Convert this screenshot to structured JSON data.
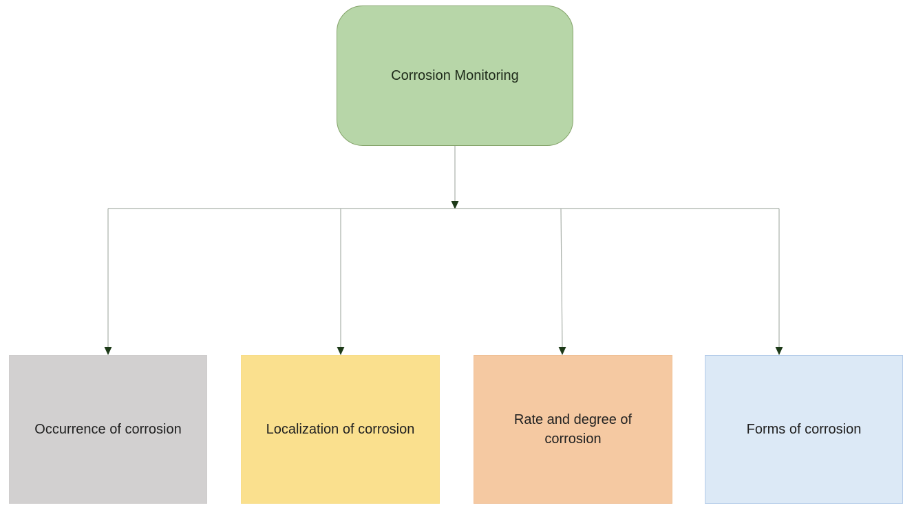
{
  "diagram": {
    "type": "flowchart",
    "background": "#ffffff",
    "text_color": "#212121",
    "root": {
      "label": "Corrosion Monitoring",
      "fill": "#b7d6a8",
      "border": "#84a36a",
      "text_color": "#1e2a1a"
    },
    "children": [
      {
        "label": "Occurrence of corrosion",
        "fill": "#d2d0d0",
        "border": "#cfcdcd"
      },
      {
        "label": "Localization of corrosion",
        "fill": "#fae08e",
        "border": "#f8dd88"
      },
      {
        "label": "Rate and degree of corrosion",
        "fill": "#f5c9a2",
        "border": "#f0c096"
      },
      {
        "label": "Forms of corrosion",
        "fill": "#dce9f6",
        "border": "#b3cbe9"
      }
    ],
    "connectors": {
      "line_color": "#a9b0a9",
      "arrow_color": "#1d3a18"
    }
  }
}
